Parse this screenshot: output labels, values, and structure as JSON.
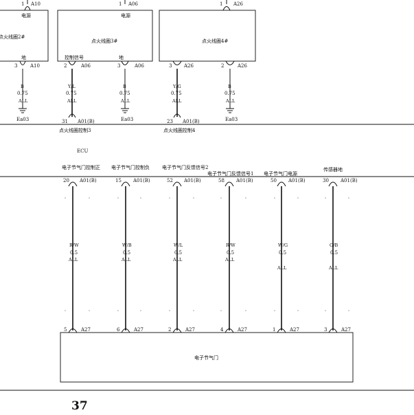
{
  "coils": [
    {
      "name": "点火线圈2#",
      "top_label": "电源",
      "top_connector": "A10",
      "top_pin": "1",
      "bottom_left_label": "地",
      "bottom_left_pin": "3",
      "bottom_left_conn": "A10"
    },
    {
      "name": "点火线圈3#",
      "top_label": "电源",
      "top_connector": "A06",
      "top_pin": "1",
      "bottom_left_label": "控制信号",
      "bottom_left_pin": "2",
      "bottom_left_conn": "A06",
      "bottom_right_label": "地",
      "bottom_right_pin": "3",
      "bottom_right_conn": "A06"
    },
    {
      "name": "点火线圈4#",
      "top_connector": "A26",
      "top_pin": "1",
      "bottom_left_pin": "3",
      "bottom_left_conn": "A26",
      "bottom_right_pin": "2",
      "bottom_right_conn": "A26"
    }
  ],
  "upper_wires": [
    {
      "color": "B",
      "size": "0.75",
      "grade": "ALL",
      "end": "Ea03"
    },
    {
      "color": "Y/L",
      "size": "0.75",
      "grade": "ALL",
      "end_pin": "31",
      "end_conn": "A01(B)"
    },
    {
      "color": "B",
      "size": "0.75",
      "grade": "ALL",
      "end": "Ea03"
    },
    {
      "color": "Y/G",
      "size": "0.75",
      "grade": "ALL",
      "end_pin": "23",
      "end_conn": "A01(B)"
    },
    {
      "color": "B",
      "size": "0.75",
      "grade": "ALL",
      "end": "Ea03"
    }
  ],
  "ecu_labels": {
    "coil3_control": "点火线圈控制3",
    "coil4_control": "点火线圈控制4",
    "ecu": "ECU"
  },
  "ecu_pins": [
    {
      "label": "电子节气门控制正",
      "pin": "20",
      "conn": "A01(B)"
    },
    {
      "label": "电子节气门控制负",
      "pin": "15",
      "conn": "A01(B)"
    },
    {
      "label": "电子节气门反馈信号2",
      "pin": "52",
      "conn": "A01(B)"
    },
    {
      "label": "电子节气门反馈信号1",
      "pin": "58",
      "conn": "A01(B)"
    },
    {
      "label": "电子节气门电源",
      "pin": "50",
      "conn": "A01(B)"
    },
    {
      "label": "传感器地",
      "pin": "30",
      "conn": "A01(B)"
    }
  ],
  "lower_wires": [
    {
      "color": "R/W",
      "size": "0.5",
      "grade": "ALL"
    },
    {
      "color": "W/B",
      "size": "0.5",
      "grade": "ALL"
    },
    {
      "color": "W/L",
      "size": "0.5",
      "grade": "ALL"
    },
    {
      "color": "R/W",
      "size": "0.5",
      "grade": "ALL"
    },
    {
      "color": "W/G",
      "size": "0.5",
      "grade": "ALL"
    },
    {
      "color": "G/B",
      "size": "0.5",
      "grade": "ALL"
    }
  ],
  "throttle_pins": [
    {
      "pin": "5",
      "conn": "A27"
    },
    {
      "pin": "6",
      "conn": "A27"
    },
    {
      "pin": "2",
      "conn": "A27"
    },
    {
      "pin": "4",
      "conn": "A27"
    },
    {
      "pin": "1",
      "conn": "A27"
    },
    {
      "pin": "3",
      "conn": "A27"
    }
  ],
  "throttle_name": "电子节气门",
  "page_number": "37"
}
